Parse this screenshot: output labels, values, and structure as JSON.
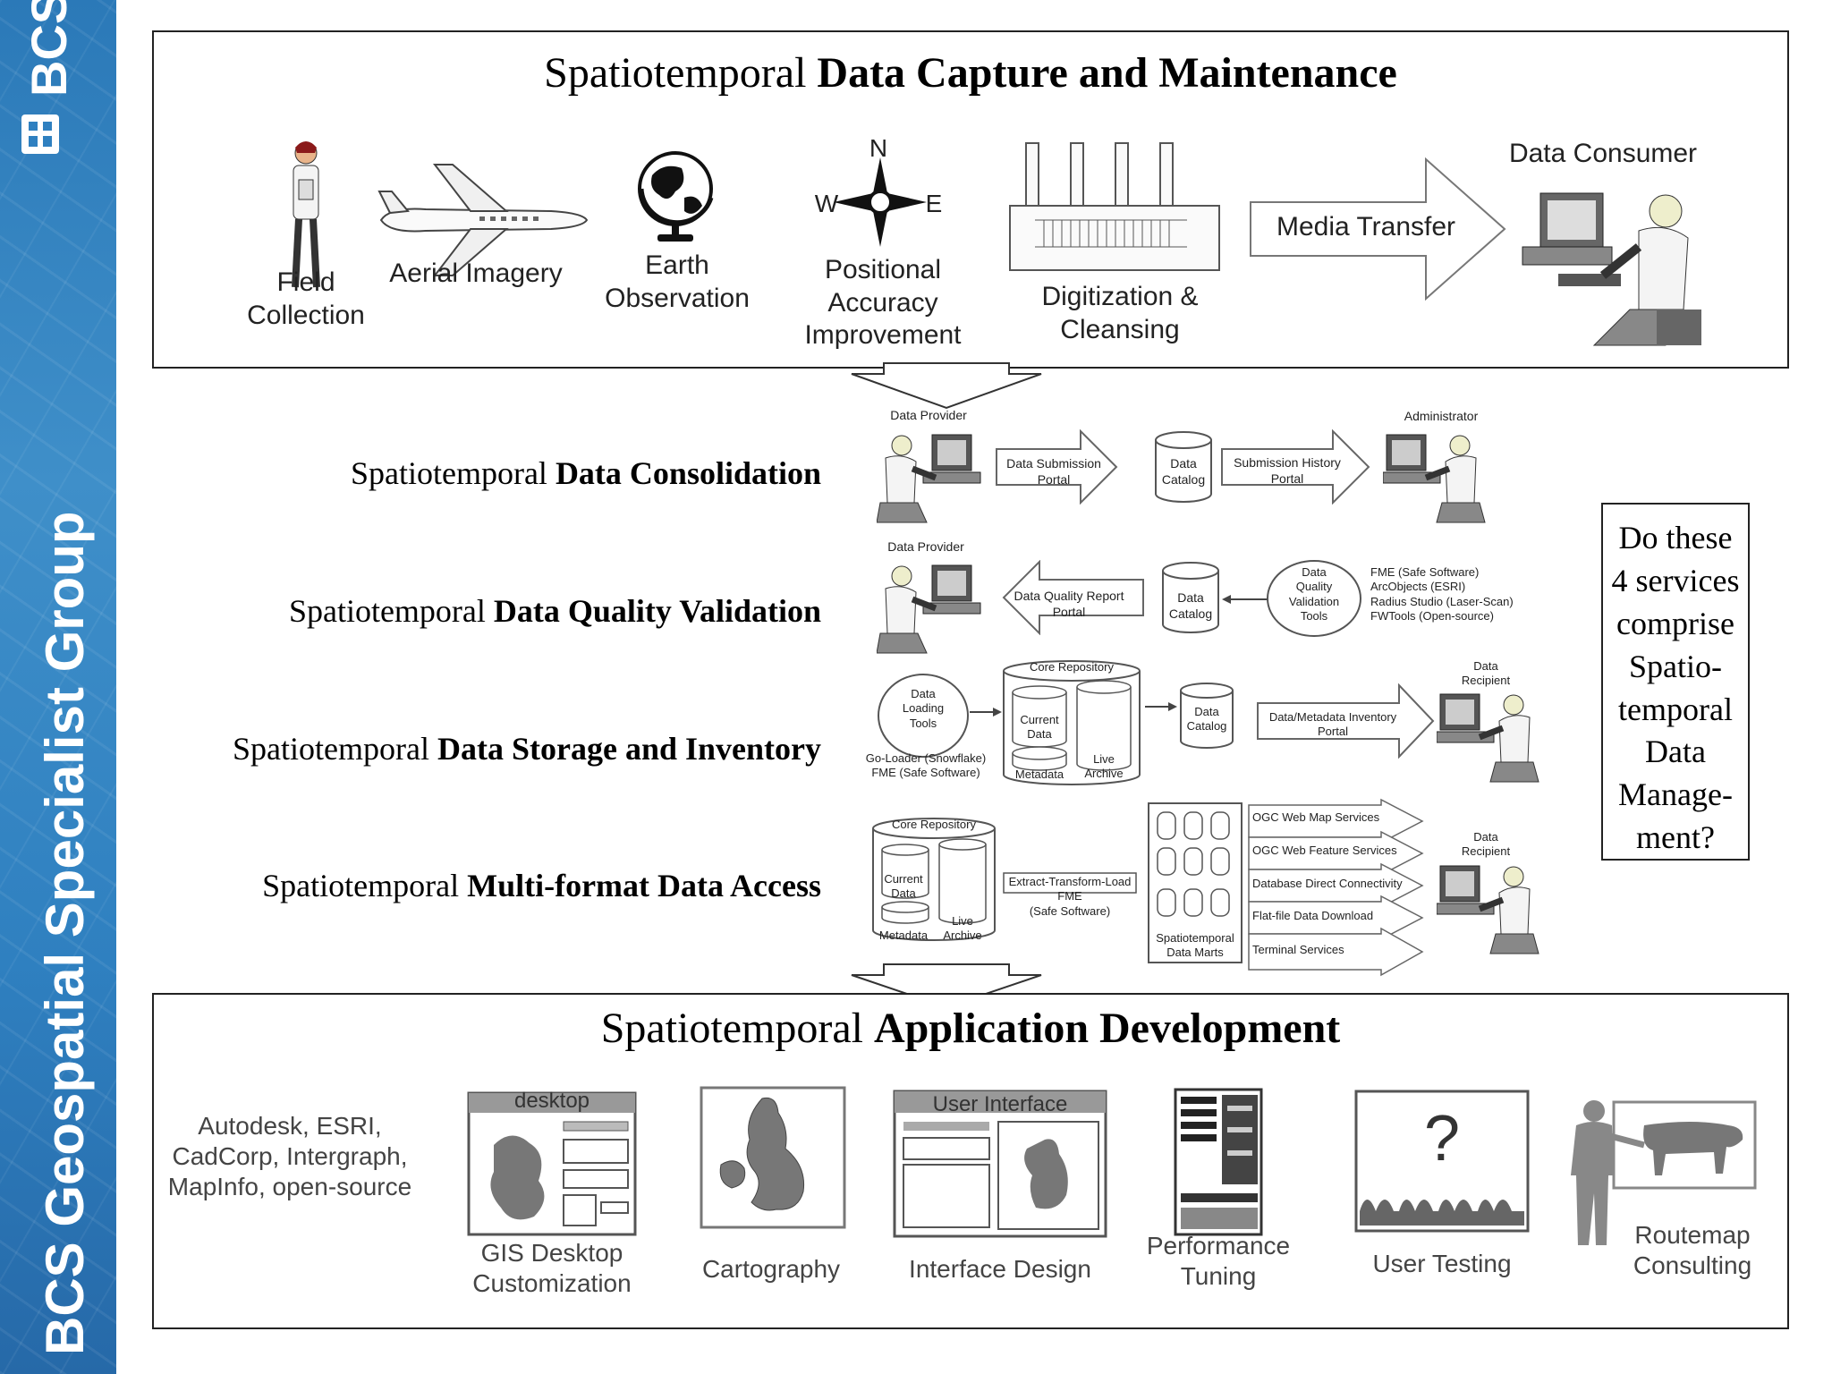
{
  "sidebar": {
    "org_title": "BCS Geospatial Specialist Group",
    "logo_text": "BCS"
  },
  "capture": {
    "title_normal": "Spatiotemporal ",
    "title_bold": "Data Capture and Maintenance",
    "field_collection": "Field\nCollection",
    "aerial_imagery": "Aerial Imagery",
    "earth_observation": "Earth\nObservation",
    "compass_n": "N",
    "compass_w": "W",
    "compass_e": "E",
    "positional_accuracy": "Positional\nAccuracy\nImprovement",
    "digitization": "Digitization &\nCleansing",
    "media_transfer": "Media Transfer",
    "data_consumer": "Data Consumer"
  },
  "rows": [
    {
      "normal": "Spatiotemporal ",
      "bold": "Data Consolidation"
    },
    {
      "normal": "Spatiotemporal ",
      "bold": "Data Quality Validation"
    },
    {
      "normal": "Spatiotemporal ",
      "bold": "Data Storage and Inventory"
    },
    {
      "normal": "Spatiotemporal ",
      "bold": "Multi-format Data Access"
    }
  ],
  "consolidation": {
    "data_provider": "Data Provider",
    "submission_portal": "Data Submission\nPortal",
    "data_catalog": "Data\nCatalog",
    "history_portal": "Submission History\nPortal",
    "administrator": "Administrator"
  },
  "validation": {
    "data_provider": "Data Provider",
    "report_portal": "Data Quality Report\nPortal",
    "data_catalog": "Data\nCatalog",
    "tools": "Data\nQuality\nValidation\nTools",
    "vendors": "FME (Safe Software)\nArcObjects (ESRI)\nRadius Studio (Laser-Scan)\nFWTools (Open-source)"
  },
  "storage": {
    "loading_tools": "Data\nLoading\nTools",
    "loaders": "Go-Loader (Snowflake)\nFME (Safe Software)",
    "core_repository": "Core Repository",
    "current_data": "Current\nData",
    "metadata": "Metadata",
    "live_archive": "Live\nArchive",
    "data_catalog": "Data\nCatalog",
    "inventory_portal": "Data/Metadata Inventory\nPortal",
    "data_recipient": "Data\nRecipient"
  },
  "access": {
    "core_repository": "Core Repository",
    "current_data": "Current\nData",
    "metadata": "Metadata",
    "live_archive": "Live\nArchive",
    "etl": "Extract-Transform-Load\nFME\n(Safe Software)",
    "marts": "Spatiotemporal\nData Marts",
    "services": [
      "OGC Web Map Services",
      "OGC Web Feature Services",
      "Database Direct Connectivity",
      "Flat-file Data Download",
      "Terminal Services"
    ],
    "data_recipient": "Data\nRecipient"
  },
  "question": "Do these\n4 services\ncomprise\nSpatio-\ntemporal\nData\nManage-\nment?",
  "app": {
    "title_normal": "Spatiotemporal ",
    "title_bold": "Application Development",
    "vendors": "Autodesk, ESRI,\nCadCorp, Intergraph,\nMapInfo, open-source",
    "desktop_label": "desktop",
    "gis_desktop": "GIS Desktop\nCustomization",
    "cartography": "Cartography",
    "ui_label": "User Interface",
    "interface_design": "Interface Design",
    "performance": "Performance\nTuning",
    "user_testing": "User Testing",
    "question_mark": "?",
    "routemap": "Routemap\nConsulting"
  }
}
